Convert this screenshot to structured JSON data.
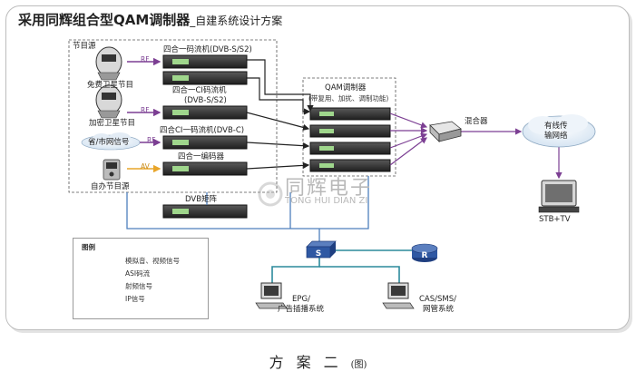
{
  "title": {
    "main": "采用同辉组合型QAM调制器",
    "sub": "_自建系统设计方案"
  },
  "source_group": {
    "label": "节目源",
    "free_sat": "免费卫星节目",
    "enc_sat": "加密卫星节目",
    "prov_city": "省/市网信号",
    "self_src": "自办节目源"
  },
  "signal_tags": {
    "rf1": "RF",
    "rf2": "RF",
    "rf3": "RF",
    "av": "AV"
  },
  "devices": {
    "d1": "四合一码流机(DVB-S/S2)",
    "d2a": "四合一CI码流机",
    "d2b": "(DVB-S/S2)",
    "d3": "四合CI一码流机(DVB-C)",
    "d4": "四合一编码器",
    "matrix": "DVB矩阵"
  },
  "qam": {
    "title": "QAM调制器",
    "note": "(带复用、加扰、调制功能)"
  },
  "combiner": "混合器",
  "cable_network": {
    "line1": "有线传",
    "line2": "输网络"
  },
  "stb": "STB+TV",
  "switch_icon": "S",
  "router_icon": "R",
  "epg": {
    "line1": "EPG/",
    "line2": "广告插播系统"
  },
  "cas": {
    "line1": "CAS/SMS/",
    "line2": "网管系统"
  },
  "watermark": {
    "cn": "同辉电子",
    "en": "TONG HUI DIAN ZI"
  },
  "legend": {
    "title": "图例",
    "items": [
      {
        "label": "模拟音、视频信号",
        "color": "#e8a52a"
      },
      {
        "label": "ASI码流",
        "color": "#222222"
      },
      {
        "label": "射频信号",
        "color": "#7c3f93"
      },
      {
        "label": "IP信号",
        "color": "#4d7fbc"
      }
    ]
  },
  "caption": {
    "main": "方案二",
    "tag": "(图)"
  },
  "colors": {
    "asi": "#222222",
    "rf": "#7c3f93",
    "ip": "#4d7fbc",
    "analog": "#e8a52a",
    "network": "#2c8a9c"
  }
}
